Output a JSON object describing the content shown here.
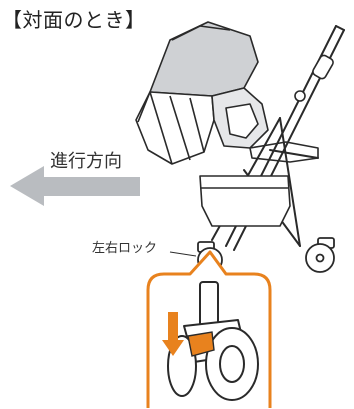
{
  "title": "【対面のとき】",
  "direction_label": "進行方向",
  "lock_label": "左右ロック",
  "colors": {
    "arrow": "#b9bcc0",
    "callout_border": "#e8821e",
    "lever": "#e8821e",
    "line": "#2a2a2a"
  },
  "icons": {
    "direction": "arrow-left-icon",
    "press": "arrow-down-icon"
  }
}
